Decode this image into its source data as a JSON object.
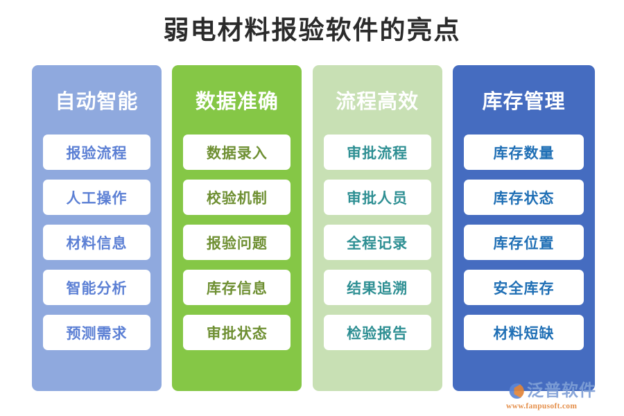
{
  "title": "弱电材料报验软件的亮点",
  "columns": [
    {
      "header": "自动智能",
      "theme": "light-blue",
      "bg_color": "#8fa9de",
      "item_text_color": "#5b7fd4",
      "items": [
        "报验流程",
        "人工操作",
        "材料信息",
        "智能分析",
        "预测需求"
      ]
    },
    {
      "header": "数据准确",
      "theme": "green",
      "bg_color": "#85c746",
      "item_text_color": "#6e8f32",
      "items": [
        "数据录入",
        "校验机制",
        "报验问题",
        "库存信息",
        "审批状态"
      ]
    },
    {
      "header": "流程高效",
      "theme": "pale-green",
      "bg_color": "#c8e0b4",
      "item_text_color": "#2e8f93",
      "items": [
        "审批流程",
        "审批人员",
        "全程记录",
        "结果追溯",
        "检验报告"
      ]
    },
    {
      "header": "库存管理",
      "theme": "dark-blue",
      "bg_color": "#456cc0",
      "item_text_color": "#1f6fb5",
      "items": [
        "库存数量",
        "库存状态",
        "库存位置",
        "安全库存",
        "材料短缺"
      ]
    }
  ],
  "watermark": {
    "brand": "泛普软件",
    "url": "www.fanpusoft.com",
    "brand_color": "#7f9fd6",
    "url_color": "#e2853a"
  }
}
